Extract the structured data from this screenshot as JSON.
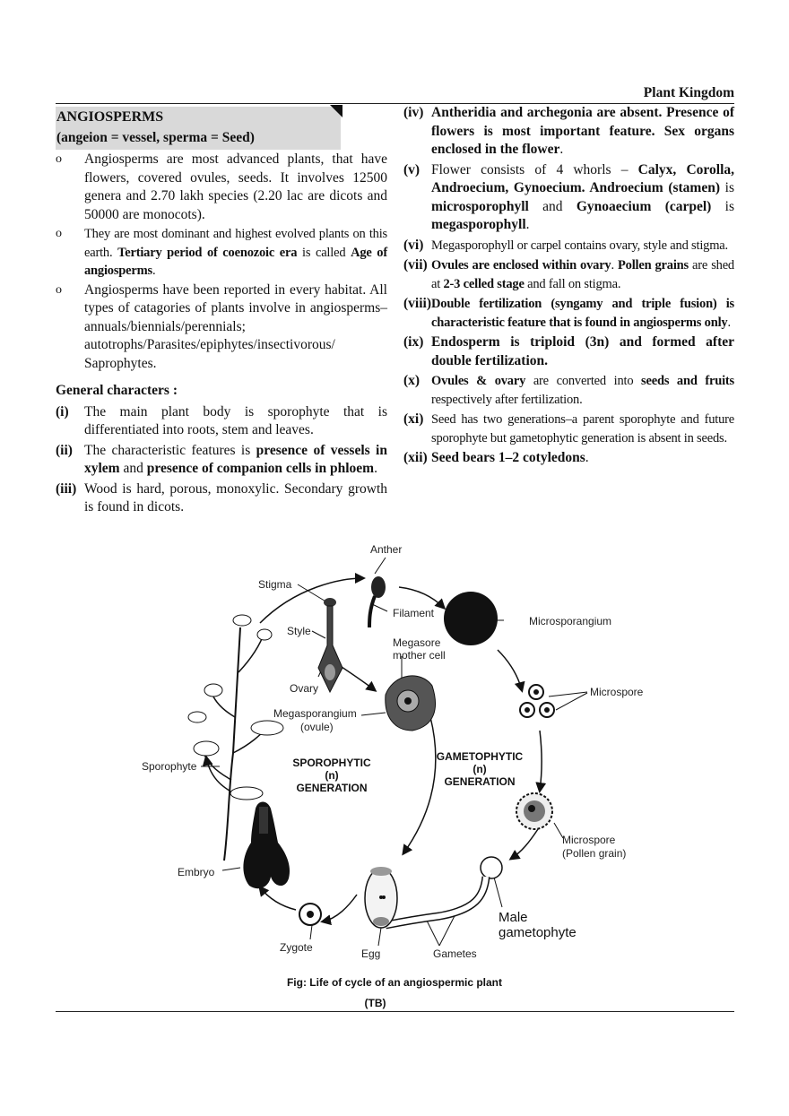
{
  "header": {
    "title": "Plant Kingdom"
  },
  "section": {
    "title": "ANGIOSPERMS",
    "subtitle": "(angeion = vessel, sperma = Seed)"
  },
  "bullets": [
    {
      "marker": "o",
      "text": "Angiosperms are most advanced plants, that have flowers, covered ovules, seeds. It involves 12500 genera and 2.70 lakh species (2.20 lac are dicots and 50000 are monocots)."
    },
    {
      "marker": "o",
      "text_a": "They are most dominant and highest evolved plants on this earth. ",
      "bold_a": "Tertiary period of coenozoic era",
      "text_b": " is called ",
      "bold_b": "Age of angiosperms",
      "text_c": "."
    },
    {
      "marker": "o",
      "text": "Angiosperms have been reported in every habitat. All types of catagories of plants involve in angiosperms–annuals/biennials/perennials; autotrophs/Parasites/epiphytes/insectivorous/ Saprophytes."
    }
  ],
  "general": {
    "heading": "General characters :",
    "items": [
      {
        "num": "(i)",
        "text": "The main plant body is sporophyte that is differentiated into roots, stem and leaves."
      },
      {
        "num": "(ii)",
        "text_a": "The characteristic features is ",
        "bold_a": "presence of vessels in xylem",
        "text_b": " and ",
        "bold_b": "presence of companion cells in phloem",
        "text_c": "."
      },
      {
        "num": "(iii)",
        "text": "Wood is hard, porous, monoxylic. Secondary growth is found in dicots."
      },
      {
        "num": "(iv)",
        "bold_a": "Antheridia and archegonia are absent. Presence of flowers is most important feature. Sex organs enclosed in the flower",
        "text_a": "."
      },
      {
        "num": "(v)",
        "text_a": "Flower consists of 4 whorls – ",
        "bold_a": "Calyx, Corolla, Androecium, Gynoecium. Androecium (stamen)",
        "text_b": " is ",
        "bold_b": "microsporophyll",
        "text_c": " and ",
        "bold_c": "Gynoaecium (carpel)",
        "text_d": " is ",
        "bold_d": "megasporophyll",
        "text_e": "."
      },
      {
        "num": "(vi)",
        "text": "Megasporophyll or carpel contains ovary, style and stigma."
      },
      {
        "num": "(vii)",
        "bold_a": "Ovules are enclosed within ovary",
        "text_a": ". ",
        "bold_b": "Pollen grains",
        "text_b": " are shed at ",
        "bold_c": "2-3 celled stage",
        "text_c": " and fall on stigma."
      },
      {
        "num": "(viii)",
        "bold_a": "Double fertilization (syngamy and triple fusion) is characteristic feature that is found in angiosperms only",
        "text_a": "."
      },
      {
        "num": "(ix)",
        "bold_a": "Endosperm is triploid (3n) and formed after double fertilization."
      },
      {
        "num": "(x)",
        "bold_a": "Ovules & ovary",
        "text_a": " are converted into ",
        "bold_b": "seeds and fruits",
        "text_b": " respectively after fertilization."
      },
      {
        "num": "(xi)",
        "text": "Seed has two generations–a parent sporophyte and future sporophyte but gametophytic generation is absent in seeds."
      },
      {
        "num": "(xii)",
        "bold_a": "Seed bears 1–2 cotyledons",
        "text_a": "."
      }
    ]
  },
  "figure": {
    "labels": {
      "anther": "Anther",
      "stigma": "Stigma",
      "filament": "Filament",
      "style": "Style",
      "microsporangium": "Microsporangium",
      "megasore1": "Megasore",
      "megasore2": "mother cell",
      "ovary": "Ovary",
      "microspore": "Microspore",
      "megasporangium1": "Megasporangium",
      "megasporangium2": "(ovule)",
      "sporophyte": "Sporophyte",
      "spor_gen1": "SPOROPHYTIC",
      "spor_gen2": "(n)",
      "spor_gen3": "GENERATION",
      "gam_gen1": "GAMETOPHYTIC",
      "gam_gen2": "(n)",
      "gam_gen3": "GENERATION",
      "pollen1": "Microspore",
      "pollen2": "(Pollen grain)",
      "embryo": "Embryo",
      "male1": "Male",
      "male2": "gametophyte",
      "zygote": "Zygote",
      "egg": "Egg",
      "gametes": "Gametes"
    },
    "caption": "Fig: Life of cycle of an angiospermic plant",
    "source": "(TB)"
  }
}
